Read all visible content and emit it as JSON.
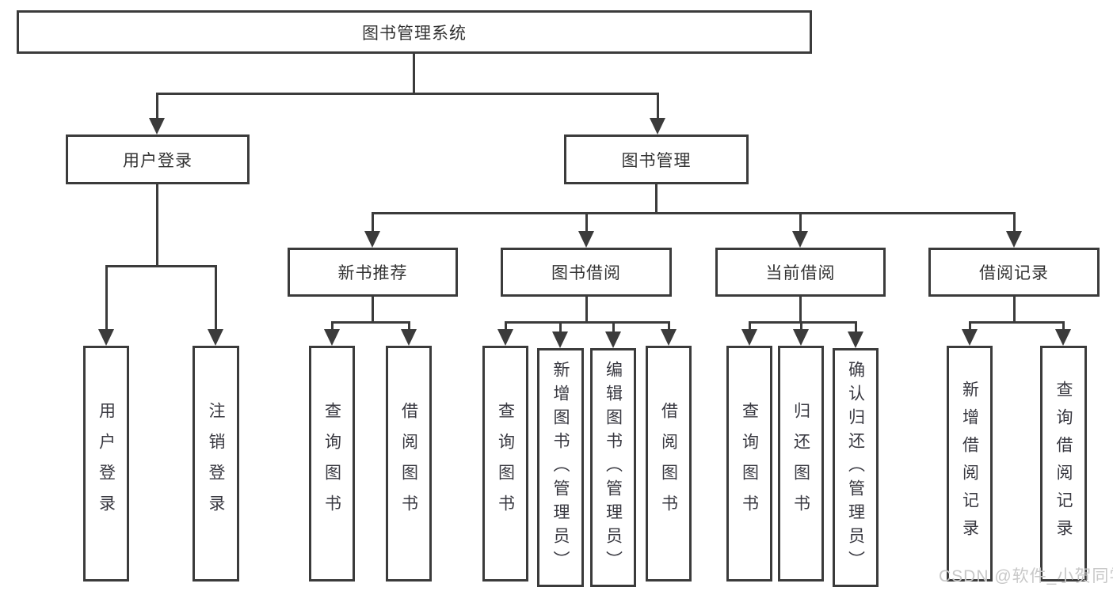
{
  "nodes": {
    "root": {
      "label": "图书管理系统"
    },
    "user_login": {
      "label": "用户登录"
    },
    "book_mgmt": {
      "label": "图书管理"
    },
    "leaf_user_login": {
      "label": "用户登录"
    },
    "leaf_logout_login": {
      "label": "注销登录"
    },
    "new_book_rec": {
      "label": "新书推荐"
    },
    "book_borrow": {
      "label": "图书借阅"
    },
    "current_borrow": {
      "label": "当前借阅"
    },
    "borrow_records": {
      "label": "借阅记录"
    },
    "nbr_query_books": {
      "label": "查询图书"
    },
    "nbr_borrow_books": {
      "label": "借阅图书"
    },
    "bb_query_books": {
      "label": "查询图书"
    },
    "bb_add_books": {
      "label": "新增图书（管理员）"
    },
    "bb_edit_books": {
      "label": "编辑图书（管理员）"
    },
    "bb_borrow_books": {
      "label": "借阅图书"
    },
    "cb_query_books": {
      "label": "查询图书"
    },
    "cb_return_books": {
      "label": "归还图书"
    },
    "cb_confirm_return": {
      "label": "确认归还（管理员）"
    },
    "br_add_record": {
      "label": "新增借阅记录"
    },
    "br_query_record": {
      "label": "查询借阅记录"
    }
  },
  "watermark": {
    "text": "CSDN @软件_小贺同学"
  },
  "colors": {
    "line": "#3b3b3b",
    "text": "#333333",
    "watermark_text": "#c8c8c8",
    "background": "#ffffff"
  }
}
